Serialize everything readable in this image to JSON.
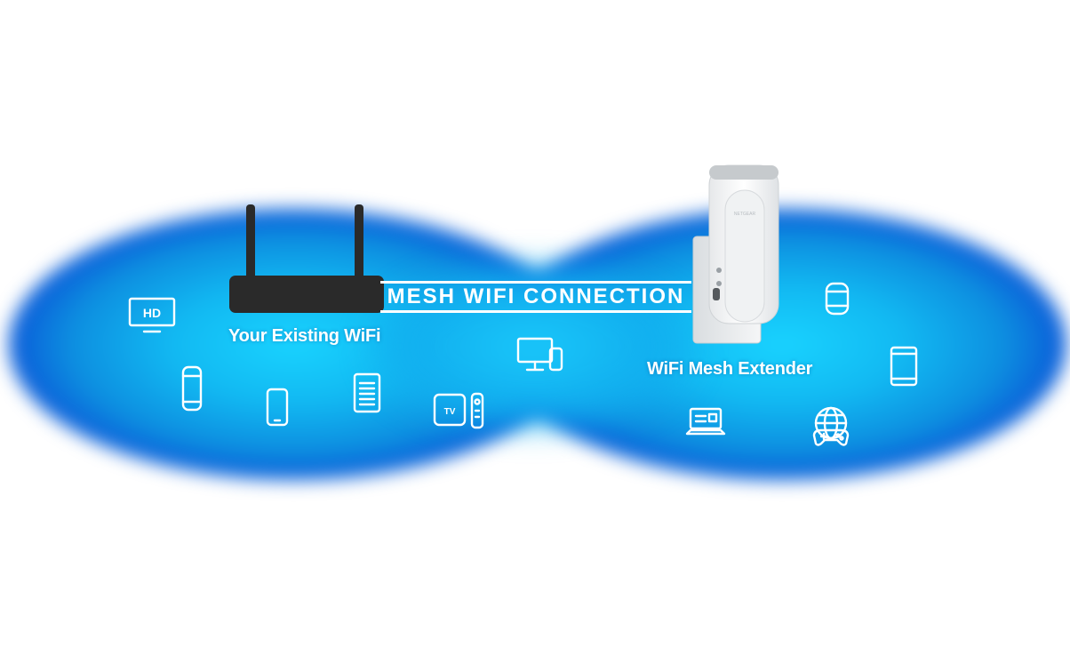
{
  "diagram": {
    "connection_label": "MESH WIFI CONNECTION",
    "router_label": "Your Existing WiFi",
    "extender_label": "WiFi Mesh Extender",
    "extender_brand": "NETGEAR",
    "icons": {
      "hd_tv_text": "HD",
      "tv_box_text": "TV"
    },
    "colors": {
      "coverage_center": "#19d3ff",
      "coverage_edge": "#2b2fe0",
      "router": "#2a2a2a",
      "text": "#ffffff"
    }
  }
}
